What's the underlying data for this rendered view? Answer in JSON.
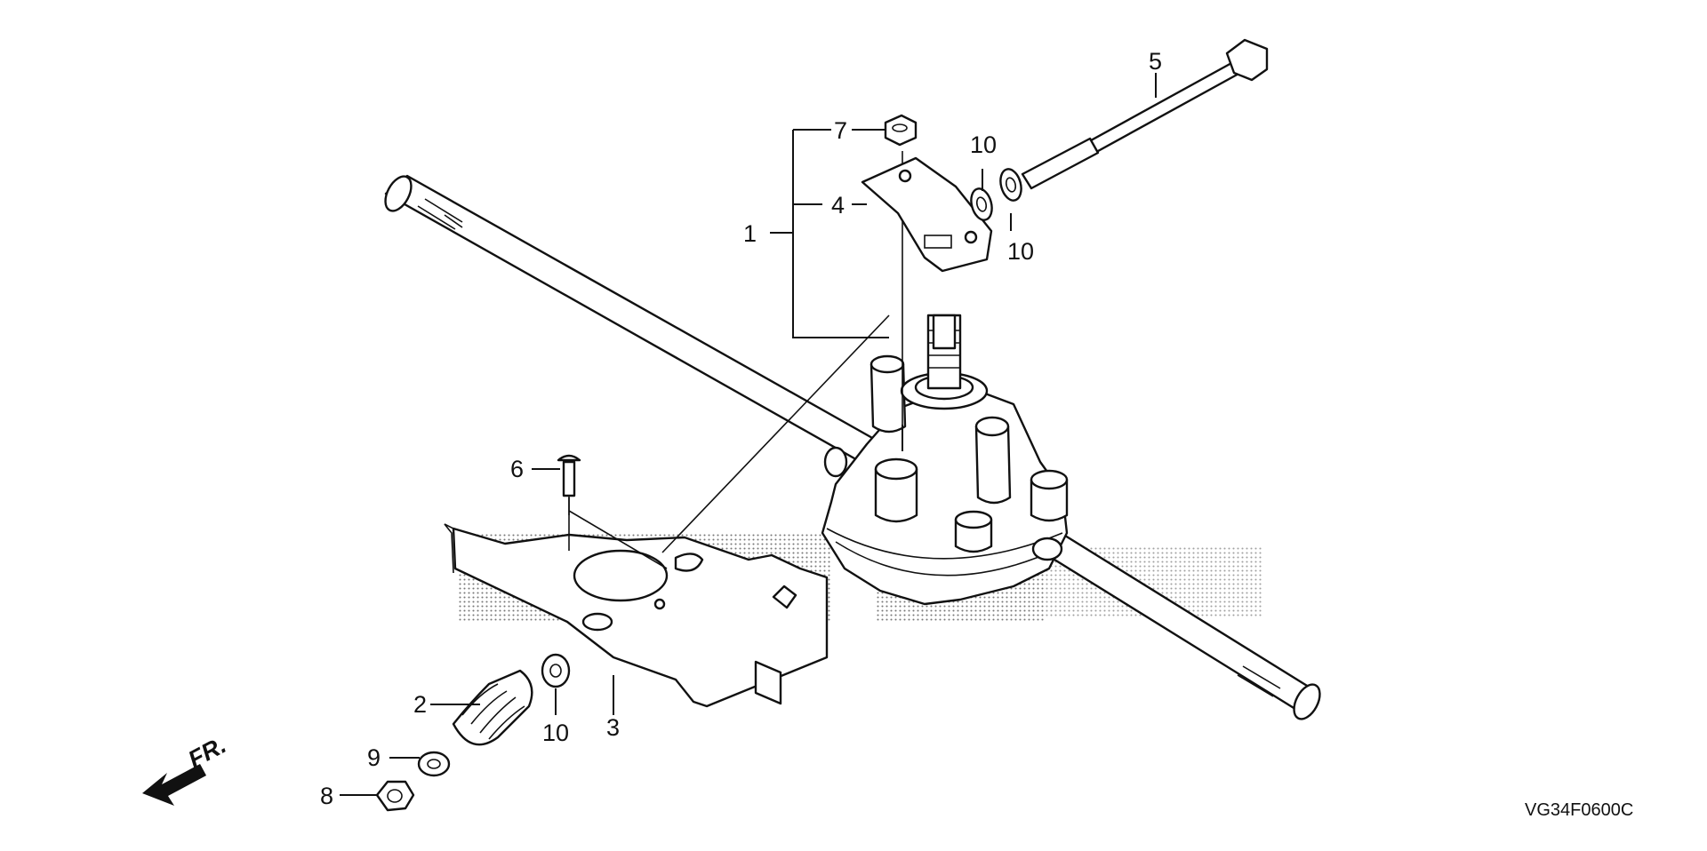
{
  "diagram": {
    "title": "Transmission assembly exploded view",
    "callouts": {
      "c1": "1",
      "c2": "2",
      "c3": "3",
      "c4": "4",
      "c5": "5",
      "c6": "6",
      "c7": "7",
      "c8": "8",
      "c9": "9",
      "c10a": "10",
      "c10b": "10",
      "c10c": "10"
    },
    "front_indicator": "FR.",
    "drawing_code": "VG34F0600C"
  }
}
